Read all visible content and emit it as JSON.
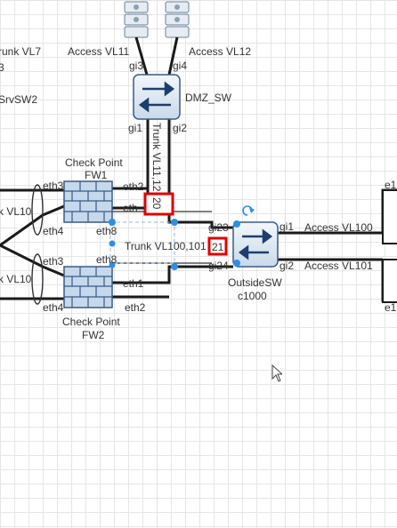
{
  "diagram": {
    "devices": {
      "dmz_switch": {
        "name": "DMZ_SW"
      },
      "fw1": {
        "name_line1": "Check Point",
        "name_line2": "FW1"
      },
      "fw2": {
        "name_line1": "Check Point",
        "name_line2": "FW2"
      },
      "outside_switch": {
        "name_line1": "OutsideSW",
        "name_line2": "c1000"
      },
      "left_srv_switch": {
        "name_partial": "SrvSW2"
      }
    },
    "links": {
      "access_vl11": "Access VL11",
      "access_vl12": "Access VL12",
      "trunk_vl7_partial": "runk VL7",
      "trunk_vl7_sub": "3",
      "trunk_dmz": "Trunk VL11,12",
      "trunk_dmz_badge": "20",
      "trunk_outside": "Trunk VL100,101",
      "trunk_outside_badge": "21",
      "access_vl100": "Access VL100",
      "access_vl101": "Access VL101",
      "left_vl10_top": "k VL10",
      "left_vl10_bottom": "k VL10"
    },
    "ports": {
      "dmz_gi3": "gi3",
      "dmz_gi4": "gi4",
      "dmz_gi1": "gi1",
      "dmz_gi2": "gi2",
      "fw1_eth3": "eth3",
      "fw1_eth4": "eth4",
      "fw1_eth2": "eth2",
      "fw1_eth1": "eth",
      "fw1_eth8": "eth8",
      "fw2_eth3": "eth3",
      "fw2_eth4": "eth4",
      "fw2_eth8": "eth8",
      "fw2_eth1": "eth1",
      "fw2_eth2": "eth2",
      "out_gi23": "gi23",
      "out_gi24": "gi24",
      "out_gi1": "gi1",
      "out_gi2": "gi2",
      "right_e1_top": "e1",
      "right_e1_bottom": "e1"
    },
    "colors": {
      "link": "#1a1a1a",
      "device_fill": "#dfe9f4",
      "device_stroke": "#3a5a85",
      "badge_border": "#e00000",
      "handle": "#2b8fe6"
    }
  }
}
